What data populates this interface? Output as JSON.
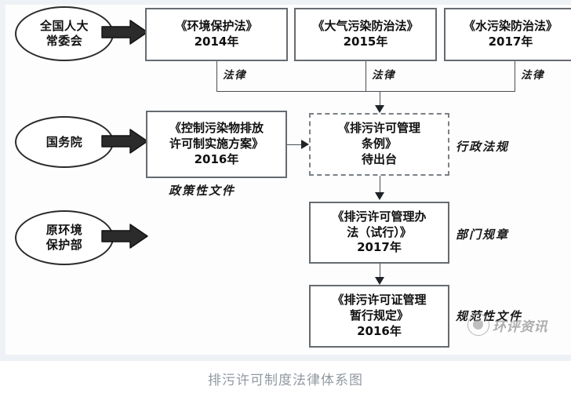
{
  "caption": "排污许可制度法律体系图",
  "actors": [
    {
      "id": "npc",
      "name": "actor-npc-standing-committee",
      "line1": "全国人大",
      "line2": "常委会"
    },
    {
      "id": "statecouncil",
      "name": "actor-state-council",
      "line1": "国务院",
      "line2": ""
    },
    {
      "id": "mep",
      "name": "actor-former-mep",
      "line1": "原环境",
      "line2": "保护部"
    }
  ],
  "laws": [
    {
      "title": "《环境保护法》",
      "year": "2014年",
      "relation": "法律"
    },
    {
      "title": "《大气污染防治法》",
      "year": "2015年",
      "relation": "法律"
    },
    {
      "title": "《水污染防治法》",
      "year": "2017年",
      "relation": "法律"
    }
  ],
  "policy": {
    "title_line1": "《控制污染物排放",
    "title_line2": "许可制实施方案》",
    "year": "2016年",
    "category": "政策性文件"
  },
  "regulation": {
    "title_line1": "《排污许可管理",
    "title_line2": "条例》",
    "status": "待出台",
    "category": "行政法规",
    "dashed": true
  },
  "departmental_rule": {
    "title_line1": "《排污许可管理办",
    "title_line2": "法（试行）》",
    "year": "2017年",
    "category": "部门规章"
  },
  "normative_document": {
    "title_line1": "《排污许可证管理",
    "title_line2": "暂行规定》",
    "year": "2016年",
    "category": "规范性文件"
  },
  "watermark": {
    "text": "环评资讯",
    "logo": "circle-logo-icon"
  },
  "colors": {
    "box_border": "#666b70",
    "dashed_border": "#7b8086",
    "ellipse_border": "#2b2b2b",
    "connector": "#4a4f55",
    "arrow_fill": "#2b2b2b",
    "caption_text": "#9299a1",
    "background": "#ffffff"
  }
}
